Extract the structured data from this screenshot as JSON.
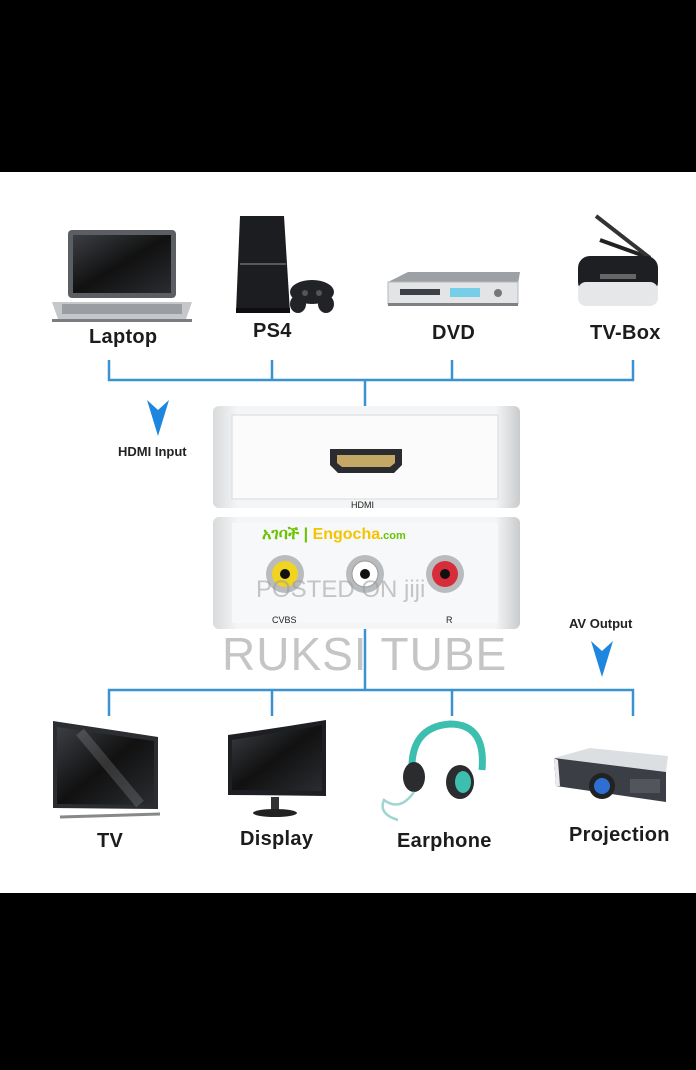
{
  "inputs": [
    {
      "label": "Laptop",
      "icon": "laptop-icon"
    },
    {
      "label": "PS4",
      "icon": "console-icon"
    },
    {
      "label": "DVD",
      "icon": "dvd-player-icon"
    },
    {
      "label": "TV-Box",
      "icon": "tv-box-icon"
    }
  ],
  "outputs": [
    {
      "label": "TV",
      "icon": "tv-icon"
    },
    {
      "label": "Display",
      "icon": "monitor-icon"
    },
    {
      "label": "Earphone",
      "icon": "headphones-icon"
    },
    {
      "label": "Projection",
      "icon": "projector-icon"
    }
  ],
  "hdmi_input_label": "HDMI Input",
  "av_output_label": "AV Output",
  "converter": {
    "port_label": "HDMI",
    "cvbs_label": "CVBS",
    "r_label": "R"
  },
  "watermarks": {
    "site_amharic": "አገባች",
    "site_separator": "|",
    "site_name": "Engocha",
    "site_tld": ".com",
    "posted_on": "POSTED ON jiji",
    "channel": "RUKSI TUBE"
  },
  "colors": {
    "line": "#3a93d0",
    "arrow": "#1e86de",
    "watermark_green": "#6bc300",
    "watermark_yellow": "#f5c400"
  }
}
